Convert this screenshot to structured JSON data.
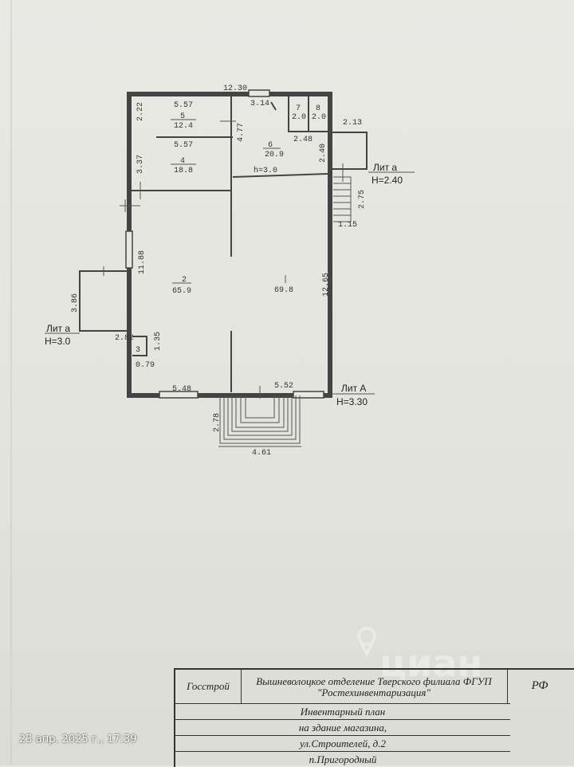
{
  "plan": {
    "dimensions": {
      "top_total": "12.30",
      "top_window": "3.14",
      "room5_width": "5.57",
      "room4_width": "5.57",
      "left_upper": "2.22",
      "left_mid": "3.37",
      "inner_wall": "4.77",
      "right_small": "2.48",
      "porch_width": "2.13",
      "porch_height": "2.40",
      "stair_length": "2.75",
      "stair_width": "1.15",
      "left_long": "11.88",
      "right_long": "12.65",
      "left_annex_h": "3.86",
      "left_annex_w": "2.82",
      "small_room_h": "1.35",
      "small_room_w": "0.79",
      "bottom_left": "5.48",
      "bottom_right": "5.52",
      "entry_depth": "2.78",
      "entry_width": "4.61"
    },
    "rooms": [
      {
        "num": "5",
        "area": "12.4"
      },
      {
        "num": "4",
        "area": "18.8"
      },
      {
        "num": "6",
        "area": "20.9"
      },
      {
        "num": "7",
        "area": "2.0"
      },
      {
        "num": "8",
        "area": "2.0"
      },
      {
        "num": "2",
        "area": "65.9"
      },
      {
        "num": "",
        "area": "69.8"
      },
      {
        "num": "3",
        "area": ""
      }
    ],
    "ceiling_height": "h=3.0",
    "labels": {
      "lit_a_right": "Лит а",
      "lit_a_right_h": "Н=2.40",
      "lit_a_left": "Лит а",
      "lit_a_left_h": "Н=3.0",
      "lit_A_main": "Лит А",
      "lit_A_main_h": "Н=3.30"
    }
  },
  "stamp": {
    "org": "Госстрой",
    "department": "Вышневолоцкое отделение Тверского филиала ФГУП \"Ростехинвентаризация\"",
    "country": "РФ",
    "doc_type": "Инвентарный план",
    "object": "на здание магазина,",
    "street": "ул.Строителей, д.2",
    "settlement": "п.Пригородный"
  },
  "timestamp": "23 апр. 2025 г., 17:39",
  "watermark": "циан"
}
